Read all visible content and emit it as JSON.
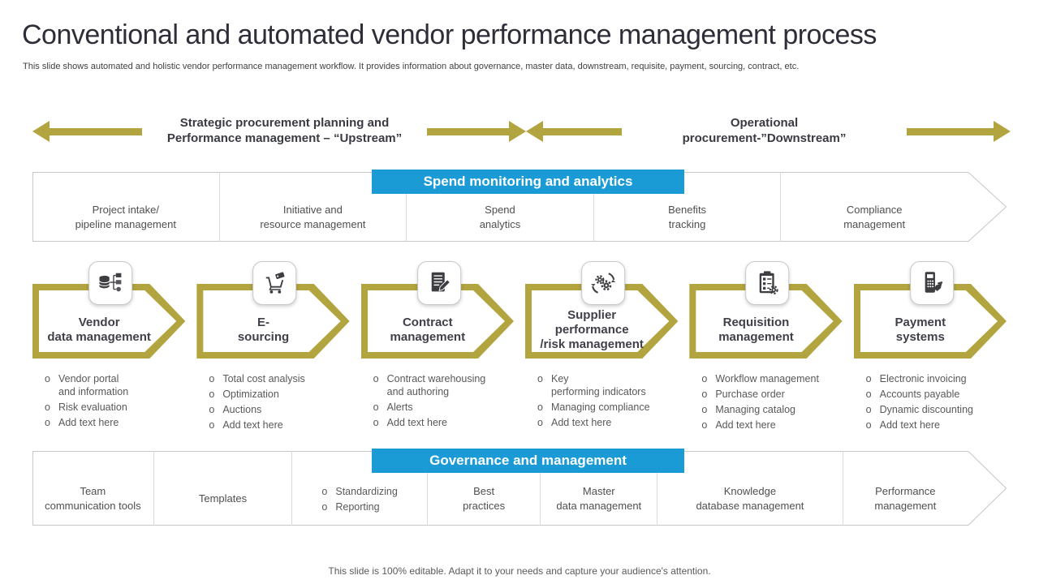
{
  "title": "Conventional and automated vendor performance management process",
  "subtitle": "This slide shows automated and holistic vendor performance management  workflow. It provides information about governance, master data, downstream, requisite, payment, sourcing, contract, etc.",
  "header": {
    "upstream_label": "Strategic procurement planning and\nPerformance management  – “Upstream”",
    "downstream_label": "Operational\nprocurement-”Downstream”"
  },
  "colors": {
    "accent_gold": "#b2a43f",
    "accent_blue": "#1b9bd5"
  },
  "bullet_marker": "o",
  "spend_band": {
    "banner": "Spend monitoring and analytics",
    "cells": [
      "Project intake/\npipeline management",
      "Initiative and\nresource management",
      "Spend\nanalytics",
      "Benefits\ntracking",
      "Compliance\nmanagement"
    ]
  },
  "processes": [
    {
      "icon": "database-network-icon",
      "label": "Vendor\ndata management",
      "bullets": [
        "Vendor portal\nand information",
        "Risk evaluation",
        "Add text here"
      ]
    },
    {
      "icon": "shopping-cart-icon",
      "label": "E-\nsourcing",
      "bullets": [
        "Total cost analysis",
        "Optimization",
        "Auctions",
        "Add text here"
      ]
    },
    {
      "icon": "contract-pen-icon",
      "label": "Contract\nmanagement",
      "bullets": [
        "Contract warehousing\nand authoring",
        "Alerts",
        "Add text here"
      ]
    },
    {
      "icon": "gears-sync-icon",
      "label": "Supplier\nperformance\n/risk management",
      "bullets": [
        "Key\nperforming indicators",
        "Managing compliance",
        "Add text here"
      ]
    },
    {
      "icon": "clipboard-gear-icon",
      "label": "Requisition\nmanagement",
      "bullets": [
        "Workflow management",
        "Purchase order",
        "Managing catalog",
        "Add text here"
      ]
    },
    {
      "icon": "payment-terminal-icon",
      "label": "Payment\nsystems",
      "bullets": [
        "Electronic invoicing",
        "Accounts payable",
        "Dynamic discounting",
        "Add text here"
      ]
    }
  ],
  "governance_band": {
    "banner": "Governance and management",
    "cells": [
      {
        "text": "Team\ncommunication tools"
      },
      {
        "text": "Templates"
      },
      {
        "bullets": [
          "Standardizing",
          "Reporting"
        ]
      },
      {
        "text": "Best\npractices"
      },
      {
        "text": "Master\ndata management"
      },
      {
        "text": "Knowledge\ndatabase management"
      },
      {
        "text": "Performance\nmanagement"
      }
    ]
  },
  "footer": "This slide is 100% editable. Adapt it to your needs and capture your audience's attention."
}
